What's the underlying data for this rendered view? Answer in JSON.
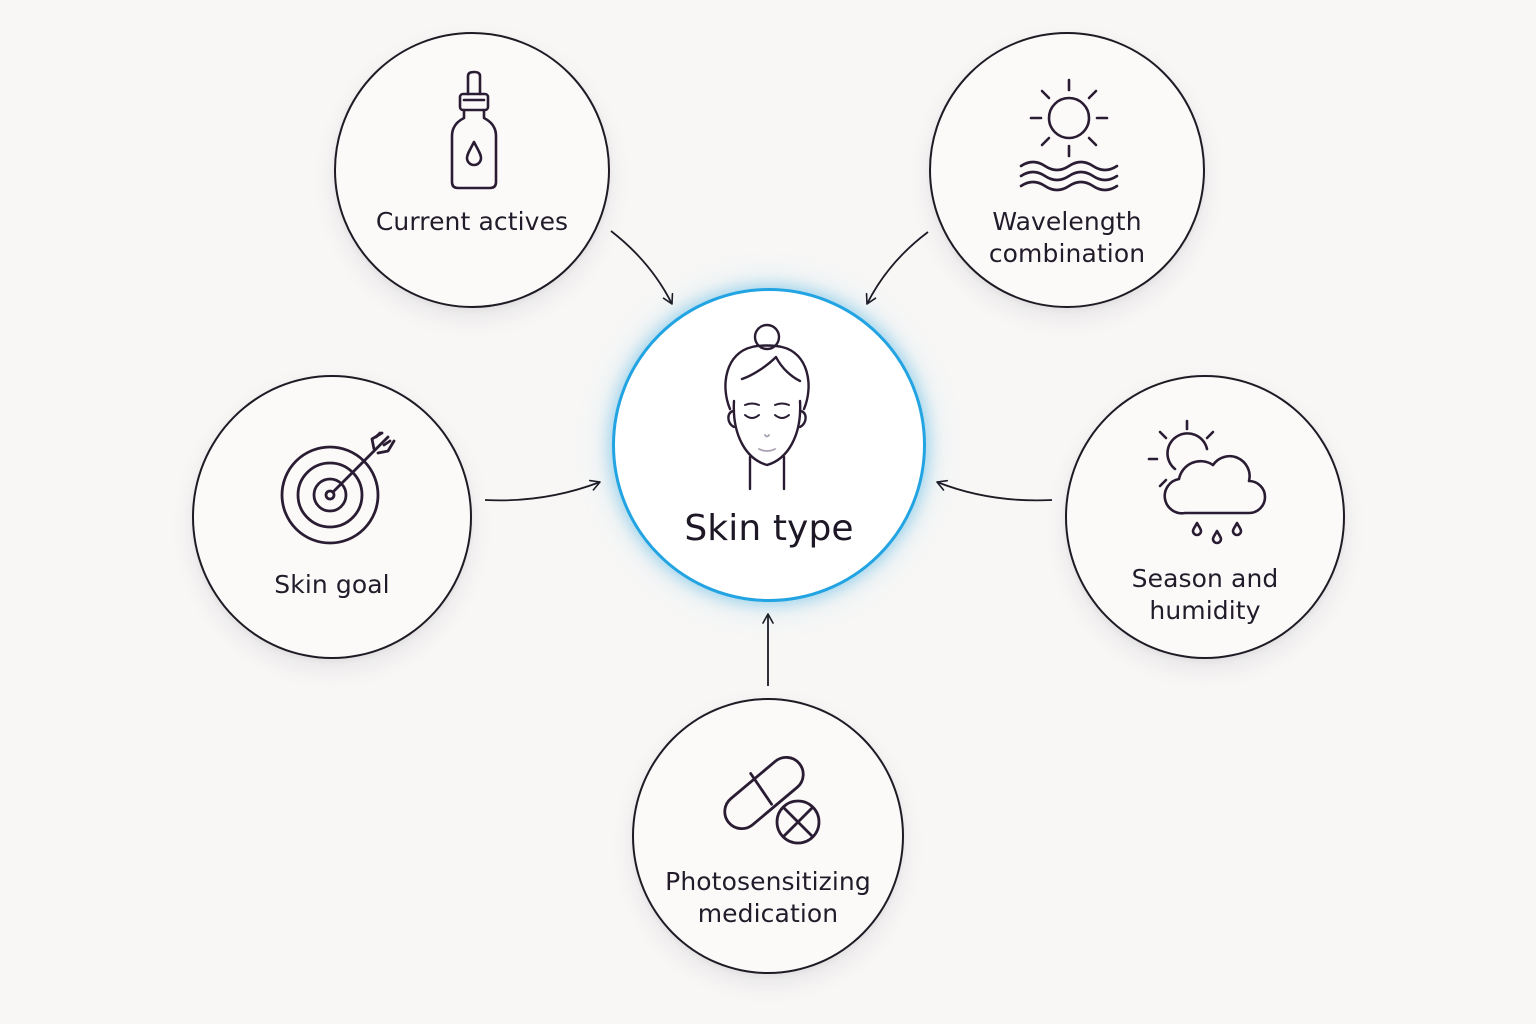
{
  "diagram": {
    "center": {
      "label": "Skin type",
      "icon": "face-icon"
    },
    "factors": [
      {
        "label": "Current actives",
        "icon": "serum-dropper-bottle-icon"
      },
      {
        "label": "Wavelength\ncombination",
        "icon": "sun-waves-icon"
      },
      {
        "label": "Skin goal",
        "icon": "target-arrow-icon"
      },
      {
        "label": "Season and\nhumidity",
        "icon": "sun-cloud-rain-icon"
      },
      {
        "label": "Photosensitizing\nmedication",
        "icon": "pills-icon"
      }
    ]
  },
  "colors": {
    "center_ring": "#23a4e2",
    "stroke": "#1f1a24",
    "icon": "#2a1d33",
    "background": "#f8f7f6"
  }
}
